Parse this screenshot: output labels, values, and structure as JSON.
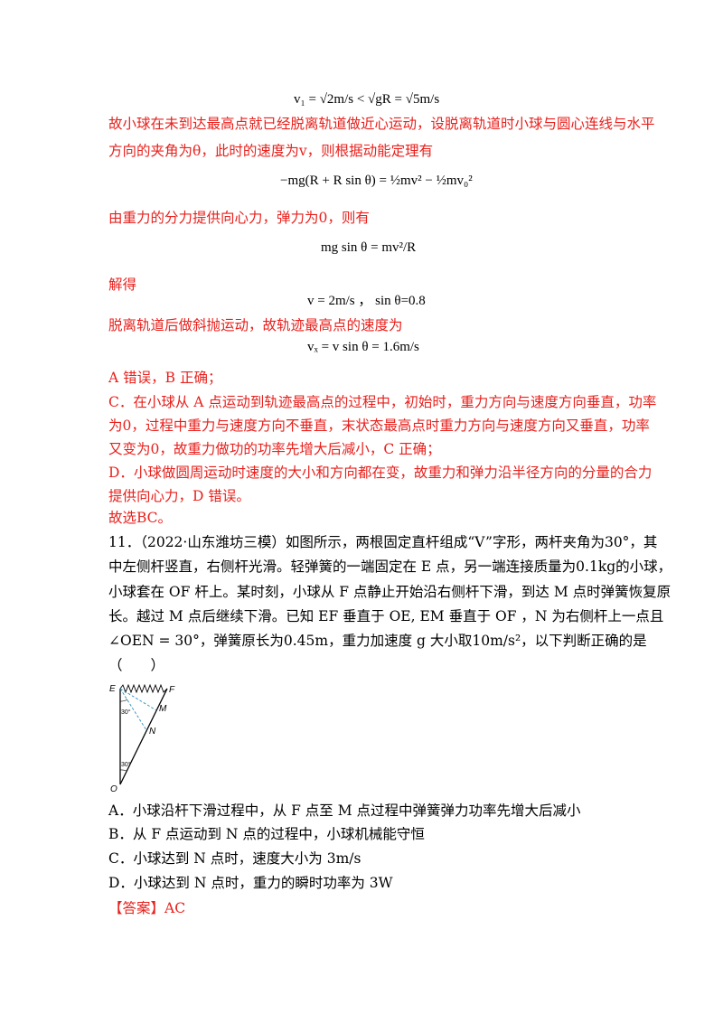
{
  "eq1": "v₁ = √2m/s < √gR = √5m/s",
  "p1": "故小球在未到达最高点就已经脱离轨道做近心运动，设脱离轨道时小球与圆心连线与水平",
  "p2": "方向的夹角为θ，此时的速度为v，则根据动能定理有",
  "eq2": "−mg(R + R sin θ) = ½mv² − ½mv₀²",
  "p3": "由重力的分力提供向心力，弹力为0，则有",
  "eq3": "mg sin θ = mv²/R",
  "p4": "解得",
  "eq4": "v = 2m/s ， sin θ=0.8",
  "p5": "脱离轨道后做斜抛运动，故轨迹最高点的速度为",
  "eq5": "vₓ = v sin θ = 1.6m/s",
  "p6": "A 错误，B 正确；",
  "p7": "C．在小球从 A 点运动到轨迹最高点的过程中，初始时，重力方向与速度方向垂直，功率",
  "p8": "为0，过程中重力与速度方向不垂直，末状态最高点时重力方向与速度方向又垂直，功率",
  "p9": "又变为0，故重力做功的功率先增大后减小，C 正确；",
  "p10": "D．小球做圆周运动时速度的大小和方向都在变，故重力和弹力沿半径方向的分量的合力",
  "p11": "提供向心力，D 错误。",
  "p12": "故选BC。",
  "q1": "11．（2022·山东潍坊三模）如图所示，两根固定直杆组成“V”字形，两杆夹角为30°，其",
  "q2": "中左侧杆竖直，右侧杆光滑。轻弹簧的一端固定在 E 点，另一端连接质量为0.1kg的小球，",
  "q3": "小球套在 OF 杆上。某时刻，小球从 F 点静止开始沿右侧杆下滑，到达 M 点时弹簧恢复原",
  "q4": "长。越过 M 点后继续下滑。已知 EF 垂直于 OE, EM 垂直于 OF ，N 为右侧杆上一点且",
  "q5": "∠OEN = 30°，弹簧原长为0.45m，重力加速度 g 大小取10m/s²，以下判断正确的是",
  "q6": "（　　）",
  "diagram": {
    "label_E": "E",
    "label_F": "F",
    "label_M": "M",
    "label_N": "N",
    "label_O": "O",
    "angle_top": "30°",
    "angle_bottom": "30°"
  },
  "optA": "A．小球沿杆下滑过程中，从 F 点至 M 点过程中弹簧弹力功率先增大后减小",
  "optB": "B．从 F 点运动到 N 点的过程中，小球机械能守恒",
  "optC": "C．小球达到 N 点时，速度大小为 3m/s",
  "optD": "D．小球达到 N 点时，重力的瞬时功率为 3W",
  "answer_label": "【答案】",
  "answer_value": "AC"
}
